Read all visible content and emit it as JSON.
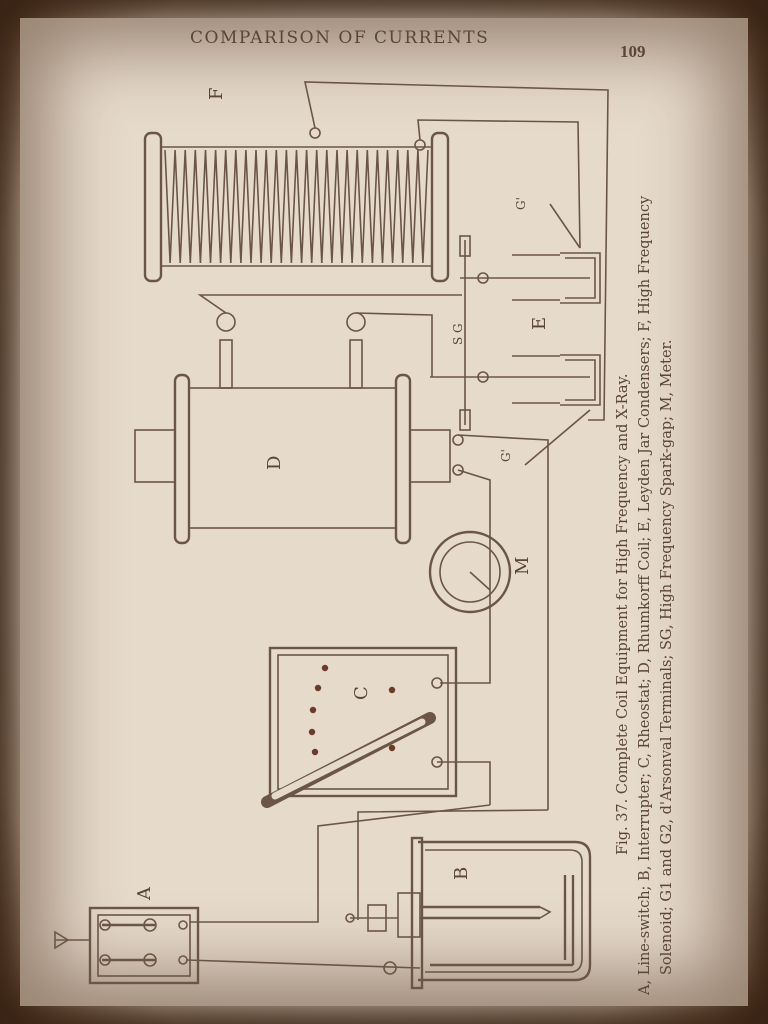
{
  "header": {
    "running_head": "COMPARISON OF CURRENTS",
    "page_number": "109"
  },
  "figure": {
    "labels": {
      "A": "A",
      "B": "B",
      "C": "C",
      "D": "D",
      "E": "E",
      "F": "F",
      "M": "M",
      "SG": "S G",
      "G1": "G'",
      "G2": "G'"
    },
    "caption": {
      "line1": "Fig. 37.   Complete Coil Equipment for High Frequency and X-Ray.",
      "line2": "A, Line-switch; B, Interrupter; C, Rheostat; D, Rhumkorff Coil; E, Leyden Jar Condensers; F, High Frequency",
      "line3": "Solenoid; G1 and G2, d'Arsonval Terminals; SG, High Frequency Spark-gap; M, Meter."
    }
  }
}
